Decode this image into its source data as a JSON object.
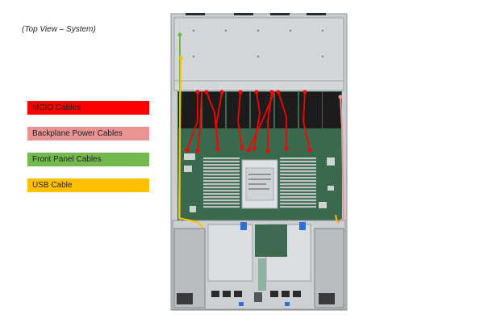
{
  "caption": "(Top View – System)",
  "legend": [
    {
      "label": "MCIO Cables",
      "color": "#ff0000"
    },
    {
      "label": "Backplane Power Cables",
      "color": "#e99393"
    },
    {
      "label": "Front Panel Cables",
      "color": "#72b84d"
    },
    {
      "label": "USB Cable",
      "color": "#ffc000"
    }
  ],
  "colors": {
    "chassis": "#c9ccd0",
    "chassis_dark": "#8e9297",
    "board": "#3a6a4e",
    "fan": "#1c1c1c",
    "dimm": "#bfc5c2",
    "cpu": "#dfe2e4"
  }
}
